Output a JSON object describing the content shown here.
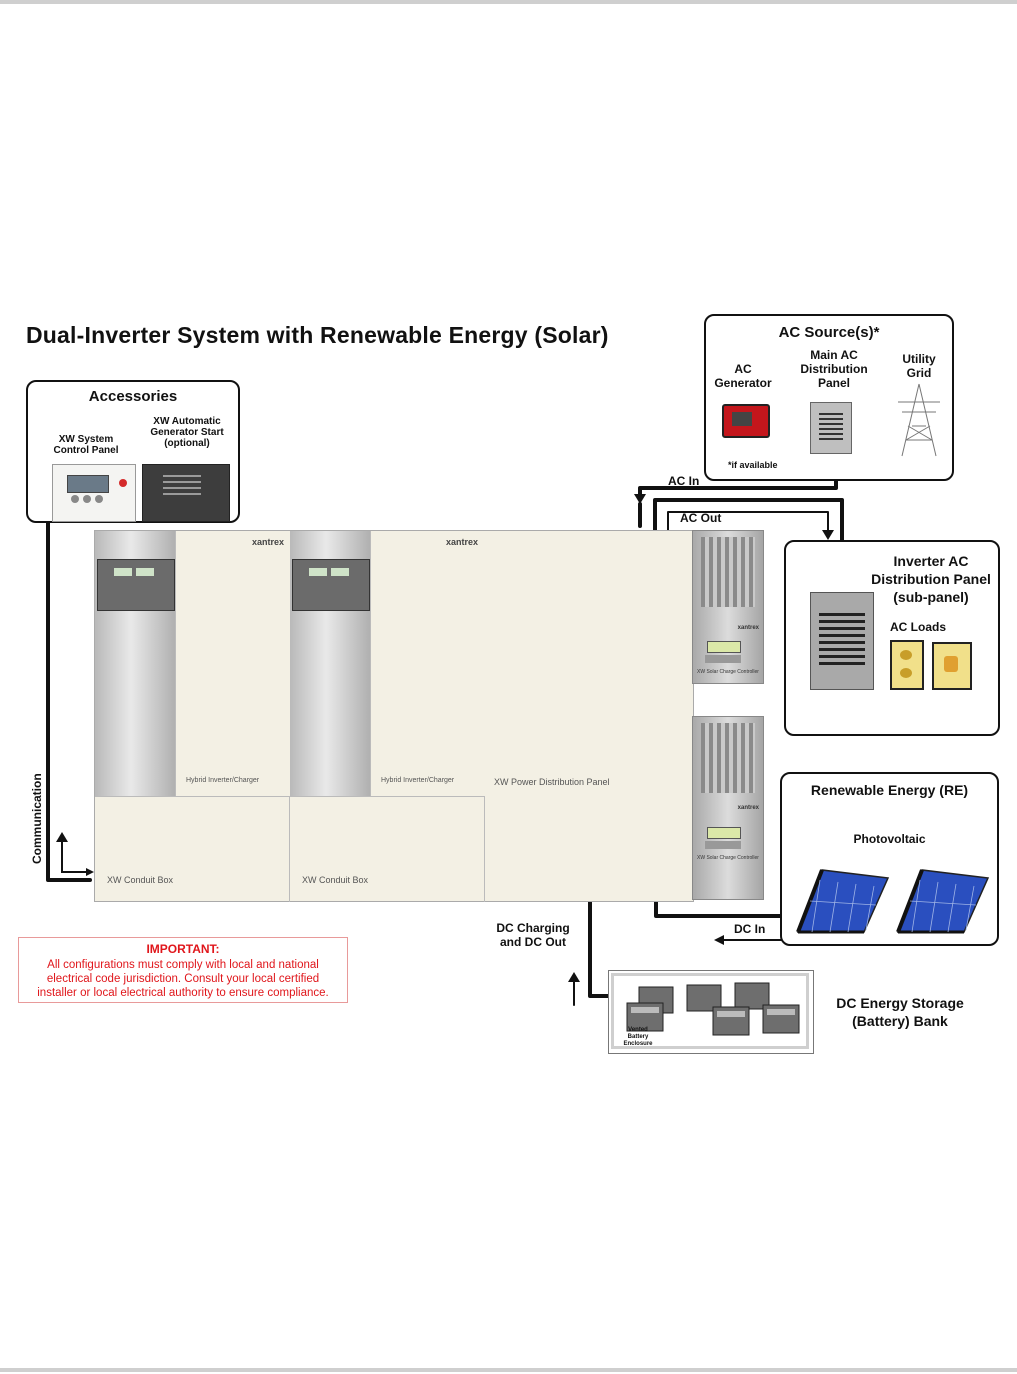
{
  "title": "Dual-Inverter System with Renewable Energy (Solar)",
  "accessories": {
    "heading": "Accessories",
    "scp_label": "XW System Control Panel",
    "ags_label": "XW Automatic Generator Start (optional)"
  },
  "ac_sources": {
    "heading": "AC Source(s)*",
    "generator": "AC Generator",
    "main_panel": "Main AC Distribution Panel",
    "utility": "Utility Grid",
    "note": "*if available"
  },
  "inverter_ac_panel": {
    "heading": "Inverter AC Distribution Panel (sub-panel)",
    "loads": "AC Loads"
  },
  "renewable": {
    "heading": "Renewable Energy (RE)",
    "pv": "Photovoltaic"
  },
  "connections": {
    "ac_in": "AC In",
    "ac_out": "AC Out",
    "dc_in": "DC In",
    "dc_charging": "DC Charging and DC Out",
    "communication": "Communication"
  },
  "equipment": {
    "brand": "xantrex",
    "inverter_label": "Hybrid Inverter/Charger",
    "conduit_box": "XW Conduit Box",
    "pdp": "XW Power Distribution Panel",
    "solar_cc": "XW Solar Charge Controller"
  },
  "battery": {
    "enclosure": "Vented Battery Enclosure",
    "title": "DC Energy Storage (Battery) Bank"
  },
  "important": {
    "heading": "IMPORTANT:",
    "text": "All configurations must comply with local and national electrical code jurisdiction.  Consult your local certified installer or local electrical authority to ensure compliance."
  },
  "colors": {
    "warning": "#e0161b",
    "solar_panel": "#2a4fbf",
    "panel_cream": "#f3f0e4",
    "generator_red": "#c4161c"
  }
}
